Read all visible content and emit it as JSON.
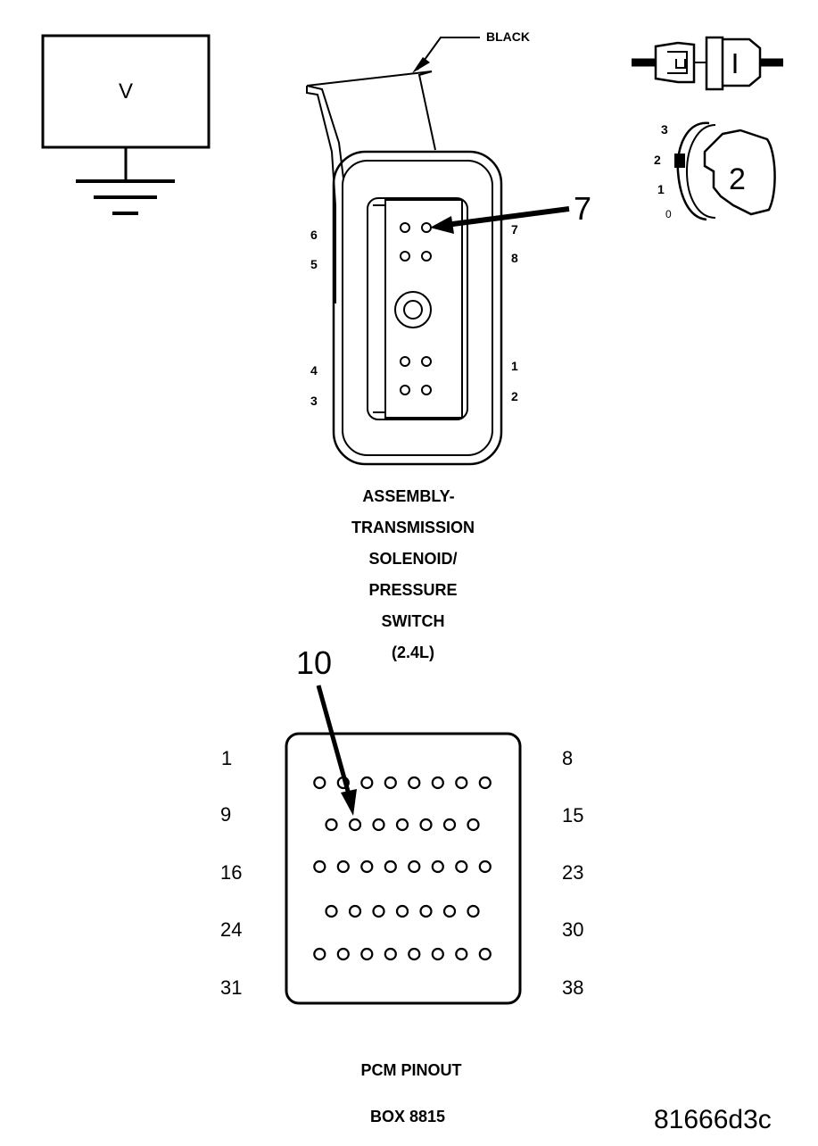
{
  "voltmeter": {
    "symbol": "V"
  },
  "wire_label": "BLACK",
  "ignition": {
    "positions": [
      "3",
      "2",
      "1",
      "0"
    ],
    "selected": "2"
  },
  "solenoid_connector": {
    "callout": "7",
    "left_pins": [
      {
        "id": "6",
        "label": "6"
      },
      {
        "id": "5",
        "label": "5"
      },
      {
        "id": "4",
        "label": "4"
      },
      {
        "id": "3",
        "label": "3"
      }
    ],
    "right_pins": [
      {
        "id": "7",
        "label": "7"
      },
      {
        "id": "8",
        "label": "8"
      },
      {
        "id": "1",
        "label": "1"
      },
      {
        "id": "2",
        "label": "2"
      }
    ],
    "title_lines": [
      "ASSEMBLY-",
      "TRANSMISSION",
      "SOLENOID/",
      "PRESSURE",
      "SWITCH",
      "(2.4L)"
    ]
  },
  "pcm": {
    "callout": "10",
    "rows": [
      {
        "left": "1",
        "right": "8"
      },
      {
        "left": "9",
        "right": "15"
      },
      {
        "left": "16",
        "right": "23"
      },
      {
        "left": "24",
        "right": "30"
      },
      {
        "left": "31",
        "right": "38"
      }
    ],
    "title_lines": [
      "PCM PINOUT",
      "BOX 8815"
    ]
  },
  "figure_id": "81666d3c"
}
